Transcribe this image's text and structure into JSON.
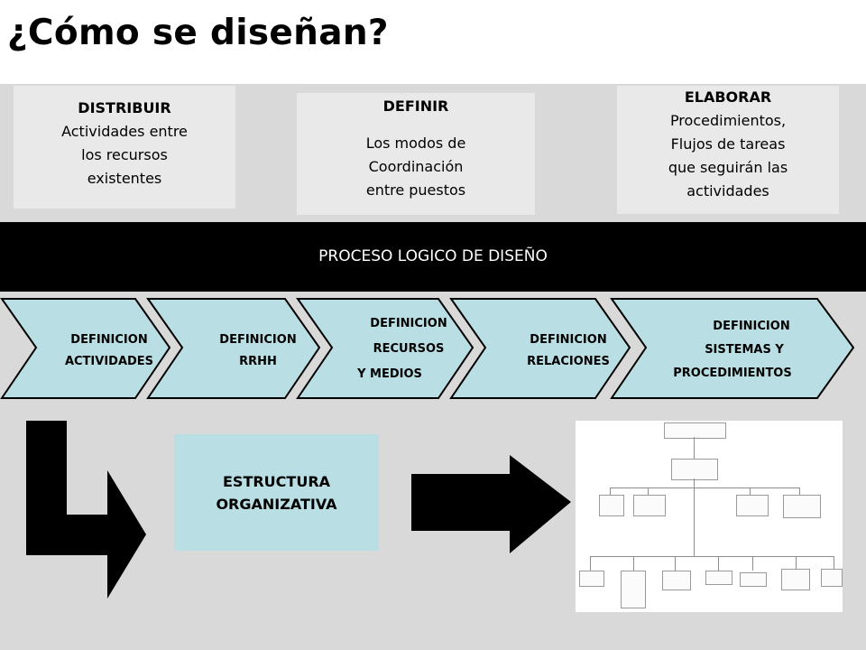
{
  "title": "¿Cómo se diseñan?",
  "boxes": {
    "distribuir": {
      "head": "DISTRIBUIR",
      "lines": [
        "Actividades entre",
        "los recursos",
        "existentes"
      ]
    },
    "definir": {
      "head": "DEFINIR",
      "lines": [
        "",
        "Los modos de",
        "Coordinación",
        "entre puestos"
      ]
    },
    "elaborar": {
      "head": "ELABORAR",
      "lines": [
        "Procedimientos,",
        "Flujos de tareas",
        "que seguirán las",
        "actividades"
      ]
    }
  },
  "band_label": "PROCESO LOGICO DE DISEÑO",
  "steps": [
    {
      "lines": [
        "DEFINICION",
        "ACTIVIDADES"
      ]
    },
    {
      "lines": [
        "DEFINICION",
        "RRHH"
      ]
    },
    {
      "lines": [
        "DEFINICION",
        "RECURSOS",
        "Y MEDIOS"
      ]
    },
    {
      "lines": [
        "DEFINICION",
        "RELACIONES"
      ]
    },
    {
      "lines": [
        "DEFINICION",
        "SISTEMAS  Y",
        "PROCEDIMIENTOS"
      ]
    }
  ],
  "structure": {
    "lines": [
      "ESTRUCTURA",
      "ORGANIZATIVA"
    ]
  },
  "colors": {
    "chevron_fill": "#b9dfe4",
    "band": "#000000",
    "stage": "#d9d9d9",
    "box": "#e9e9e9"
  },
  "org_chart_image": "organization-chart-picture"
}
